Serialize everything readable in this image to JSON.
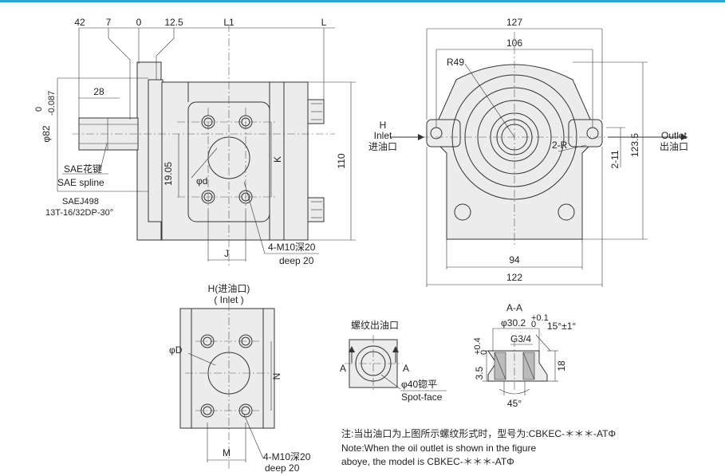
{
  "top_dims": {
    "d42": "42",
    "d7": "7",
    "d0": "0",
    "d12_5": "12.5",
    "l1": "L1",
    "l": "L"
  },
  "side_view": {
    "dim_28": "28",
    "shaft_dia": "φ82",
    "shaft_tol": "0",
    "shaft_tol_lower": "-0.087",
    "spline_cn": "SAE花键",
    "spline_en": "SAE spline",
    "std": "SAEJ498",
    "spec": "13T-16/32DP-30°",
    "dim_19_05": "19.05",
    "phi_d": "φd",
    "dim_k": "K",
    "dim_110": "110",
    "dim_j": "J",
    "thread_note": "4-M10深20",
    "deep": "deep 20"
  },
  "front_view": {
    "dim_127": "127",
    "dim_106": "106",
    "r49": "R49",
    "inlet_h": "H",
    "inlet_en": "Inlet",
    "inlet_cn": "进油口",
    "outlet_en": "Outlet",
    "outlet_cn": "出油口",
    "two_r": "2-R",
    "two_11": "2-11",
    "dim_123_5": "123.5",
    "dim_94": "94",
    "dim_122": "122"
  },
  "port_view": {
    "title": "H(进油口)",
    "subtitle": "( Inlet )",
    "phi_D": "φD",
    "dim_n": "N",
    "dim_m": "M",
    "thread_note": "4-M10深20",
    "deep": "deep 20"
  },
  "thread_port": {
    "title": "螺纹出油口",
    "a_left": "A",
    "a_right": "A",
    "spotface": "φ40锪平",
    "spotface_en": "Spot-face"
  },
  "section_aa": {
    "title": "A-A",
    "dia": "φ30.2",
    "dia_tol": "+0.1",
    "dia_tol0": "0",
    "angle": "15°±1°",
    "thread": "G3/4",
    "depth": "3.5",
    "depth_tol": "+0.4",
    "depth_tol0": "0",
    "dim_18": "18",
    "chamfer": "45°"
  },
  "notes": {
    "cn": "注:当出油口为上图所示螺纹形式时，型号为:CBKEC-＊＊＊-ATΦ",
    "en1": "Note:When the oil outlet is shown in the figure",
    "en2": "aboye, the model is CBKEC-＊＊＊-ATΦ"
  }
}
